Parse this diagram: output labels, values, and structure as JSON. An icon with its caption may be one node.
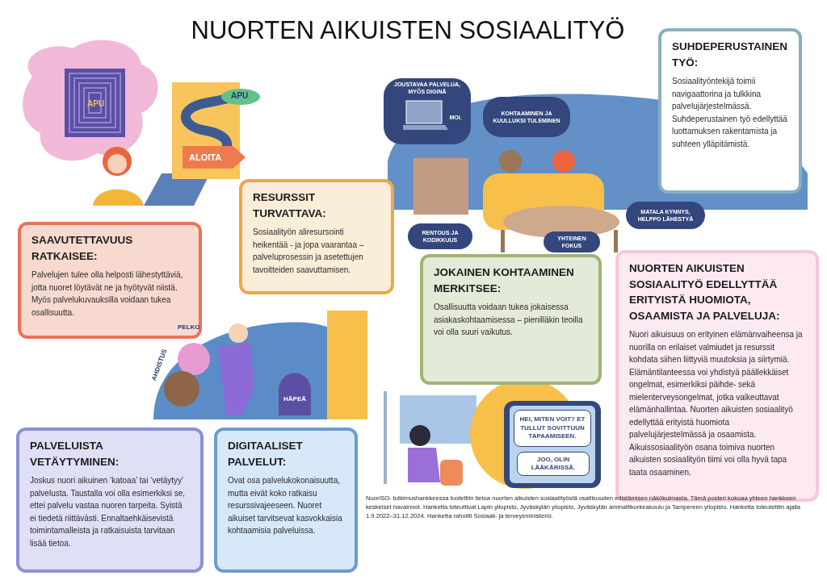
{
  "diagram": {
    "title": "NUORTEN AIKUISTEN SOSIAALITYÖ",
    "nodes": [
      {
        "text": [
          "JOUSTAVAA PALVELUA, MYÖS DIGINÄ"
        ]
      },
      {
        "text": [
          "MOI."
        ],
        "in": 0
      },
      {
        "text": [
          "KOHTAAMINEN JA KUULLUKSI TULEMINEN"
        ]
      },
      {
        "text": [
          "SUHDEPERUSTAINEN TYÖ:",
          "Sosiaalityöntekijä toimii navigaattorina ja tulkkina palvelujärjestelmässä. Suhdeperustainen työ edellyttää luottamuksen rakentamista ja suhteen ylläpitämistä."
        ]
      },
      {
        "text": [
          "ALOITA"
        ]
      },
      {
        "text": [
          "RESURSSIT TURVATTAVA:",
          "Sosiaalityön aliresursointi heikentää - ja jopa vaarantaa – palveluprosessin ja asetettujen tavoitteiden saavuttamisen."
        ]
      },
      {
        "text": [
          "RENTOUS JA KODIKKUUS"
        ]
      },
      {
        "text": [
          "MATALA KYNNYS, HELPPO LÄHESTYÄ"
        ]
      },
      {
        "text": [
          "SAAVUTETTAVUUS RATKAISEE:",
          "Palvelujen tulee olla helposti lähestyttäviä, jotta nuoret löytävät ne ja hyötyvät niistä. Myös palvelukuvauksilla voidaan tukea osallisuutta."
        ]
      },
      {
        "text": [
          "YHTEINEN FOKUS"
        ]
      },
      {
        "text": [
          "JOKAINEN KOHTAAMINEN MERKITSEE:",
          "Osallisuutta voidaan tukea jokaisessa asiakaskohtaamisessa – pienilläkin teoilla voi olla suuri vaikutus."
        ]
      },
      {
        "text": [
          "NUORTEN AIKUISTEN SOSIAALITYÖ EDELLYTTÄÄ ERITYISTÄ HUOMIOTA, OSAAMISTA JA PALVELUJA:",
          "Nuori aikuisuus on erityinen elämänvaiheensa ja nuorilla on erilaiset valmiudet ja resurssit kohdata siihen liittyviä muutoksia ja siirtymiä. Elämäntilanteessa voi yhdistyä päällekkäiset ongelmat, esimerkiksi päihde- sekä mielenterveysongelmat, jotka vaikeuttavat elämänhallintaa. Nuorten aikuisten sosiaalityö edellyttää erityistä huomiota palvelujärjestelmässä ja osaamista. Aikuissosiaalityön osana toimiva nuorten aikuisten sosiaalityön tiimi voi olla hyvä tapa taata osaaminen."
        ]
      },
      {
        "text": [
          "HEI, MITEN VOIT? ET TULLUT SOVITTUUN TAPAAMISEEN."
        ]
      },
      {
        "text": [
          "JOO, OLIN LÄÄKÄRISSÄ."
        ]
      },
      {
        "text": [
          "PALVELUISTA VETÄYTYMINEN:",
          "Joskus nuori aikuinen ‘katoaa’ tai ‘vetäytyy’ palvelusta. Taustalla voi olla esimerkiksi se, ettei palvelu vastaa nuoren tarpeita. Syistä ei tiedetä riittävästi. Ennaltaehkäisevistä toimintamalleista ja ratkaisuista tarvitaan lisää tietoa."
        ]
      },
      {
        "text": [
          "DIGITAALISET PALVELUT:",
          "Ovat osa palvelukokonaisuutta, mutta eivät koko ratkaisu resurssivajeeseen. Nuoret aikuiset tarvitsevat kasvokkaisia kohtaamisia palveluissa."
        ]
      }
    ],
    "labels": [
      "APU",
      "APU",
      "PELKO",
      "AHDISTUS",
      "HÄPEÄ",
      "NuoriSO- tutkimushankkeessa tuotettiin tietoa nuorten aikuisten sosiaalityöstä osallisuuden edistämisen näkökulmasta. Tämä posteri kokoaa yhteen hankkeen keskeiset havainnot. Hanketta toteuttivat Lapin yliopisto, Jyväskylän yliopisto, Jyväskylän ammattikorkeakoulu ja Tampereen yliopisto. Hanketta toteutettiin ajalla 1.9.2022–31.12.2024. Hanketta rahoitti Sosiaali- ja terveysministeriö."
    ]
  }
}
